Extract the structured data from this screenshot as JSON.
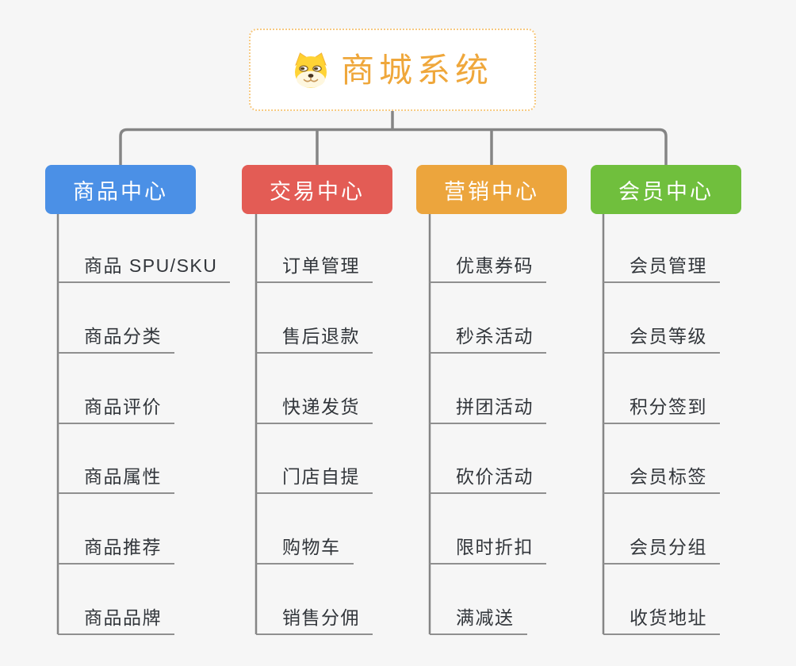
{
  "background_color": "#F6F6F6",
  "connector_color": "#858585",
  "underline_color": "#8F8F8F",
  "root": {
    "title": "商城系统",
    "title_color": "#EFA73B",
    "border_color": "#F6C981",
    "icon": "dog-face-icon"
  },
  "branches": [
    {
      "label": "商品中心",
      "color": "#4B90E6",
      "children": [
        "商品 SPU/SKU",
        "商品分类",
        "商品评价",
        "商品属性",
        "商品推荐",
        "商品品牌"
      ]
    },
    {
      "label": "交易中心",
      "color": "#E35C55",
      "children": [
        "订单管理",
        "售后退款",
        "快递发货",
        "门店自提",
        "购物车",
        "销售分佣"
      ]
    },
    {
      "label": "营销中心",
      "color": "#ECA53D",
      "children": [
        "优惠券码",
        "秒杀活动",
        "拼团活动",
        "砍价活动",
        "限时折扣",
        "满减送"
      ]
    },
    {
      "label": "会员中心",
      "color": "#70BF3D",
      "children": [
        "会员管理",
        "会员等级",
        "积分签到",
        "会员标签",
        "会员分组",
        "收货地址"
      ]
    }
  ]
}
